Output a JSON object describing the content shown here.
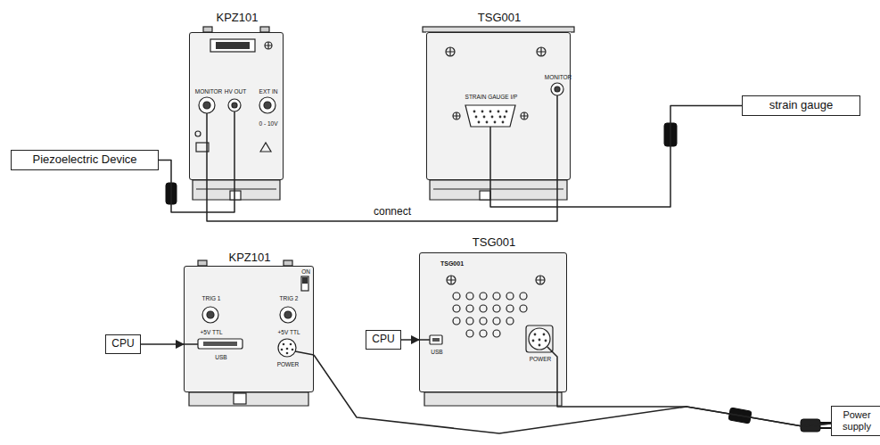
{
  "diagram": {
    "nodes": [
      {
        "text": [
          "KPZ101",
          "MONITOR",
          "HV OUT",
          "EXT IN",
          "0 - 10V"
        ]
      },
      {
        "text": [
          "TSG001",
          "STRAIN GAUGE I/P",
          "MONITOR"
        ]
      },
      {
        "text": [
          "Piezoelectric Device"
        ]
      },
      {
        "text": [
          "strain gauge"
        ]
      },
      {
        "text": [
          "KPZ101",
          "TRIG 1",
          "TRIG 2",
          "ON",
          "+5V TTL",
          "+5V TTL",
          "USB",
          "POWER"
        ]
      },
      {
        "text": [
          "TSG001",
          "TSG001",
          "USB",
          "POWER"
        ]
      },
      {
        "text": [
          "CPU"
        ]
      },
      {
        "text": [
          "CPU"
        ]
      },
      {
        "text": [
          "Power supply"
        ]
      }
    ],
    "edges": [
      {
        "from": 2,
        "to": 0,
        "arrow": "none"
      },
      {
        "from": 0,
        "to": 1,
        "arrow": "none",
        "label": "connect"
      },
      {
        "from": 3,
        "to": 1,
        "arrow": "none"
      },
      {
        "from": 6,
        "to": 4,
        "arrow": "to"
      },
      {
        "from": 7,
        "to": 5,
        "arrow": "to"
      },
      {
        "from": 8,
        "to": 4,
        "arrow": "none"
      },
      {
        "from": 8,
        "to": 5,
        "arrow": "none"
      }
    ]
  }
}
